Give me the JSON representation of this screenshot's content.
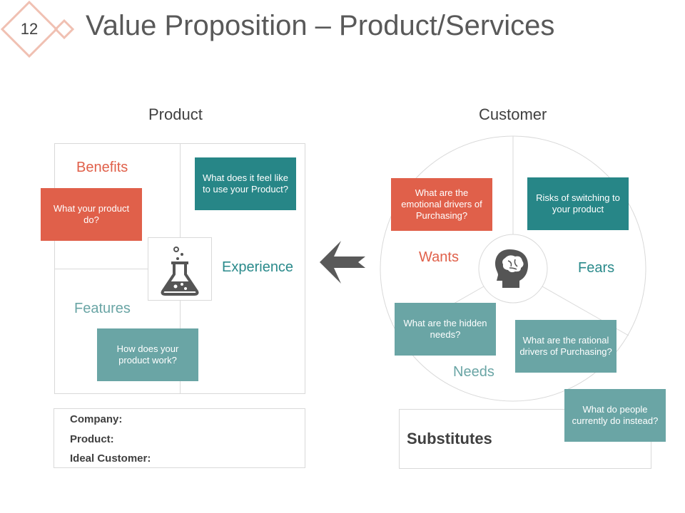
{
  "slide_number": "12",
  "title": "Value Proposition – Product/Services",
  "product": {
    "heading": "Product",
    "benefits_label": "Benefits",
    "benefits_box": "What your product do?",
    "experience_label": "Experience",
    "experience_box": "What does it feel like to use your Product?",
    "features_label": "Features",
    "features_box": "How does your product work?",
    "icon": "flask-icon"
  },
  "customer": {
    "heading": "Customer",
    "wants_label": "Wants",
    "wants_box": "What are the emotional drivers of Purchasing?",
    "fears_label": "Fears",
    "fears_box": "Risks of switching to your product",
    "needs_label": "Needs",
    "needs_box_hidden": "What are the hidden needs?",
    "needs_box_rational": "What are the rational drivers of Purchasing?",
    "icon": "brain-head-icon"
  },
  "arrow_icon": "arrow-left-icon",
  "info": {
    "company": "Company:",
    "product": "Product:",
    "ideal_customer": "Ideal Customer:"
  },
  "substitutes": {
    "label": "Substitutes",
    "box": "What do people currently do instead?"
  },
  "colors": {
    "red": "#e0604a",
    "teal": "#278687",
    "gray_teal": "#6aa5a5"
  }
}
